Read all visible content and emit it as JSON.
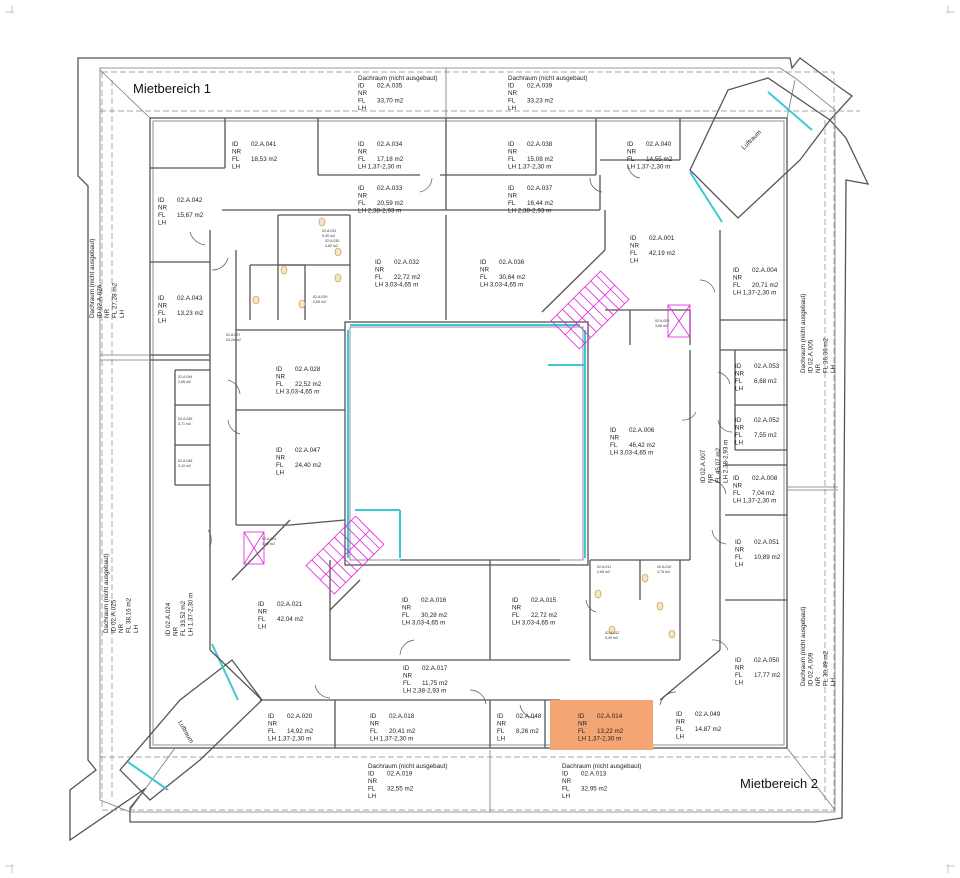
{
  "zones": {
    "left": "Mietbereich 1",
    "right": "Mietbereich 2"
  },
  "highlight_color": "#f4a574",
  "labels": {
    "shaft": "Luftraum"
  },
  "rooms": [
    {
      "name": "dachraum-035",
      "header": "Dachraum  (nicht ausgebaut)",
      "id": "02.A.035",
      "fl": "33,70 m2"
    },
    {
      "name": "dachraum-039",
      "header": "Dachraum  (nicht ausgebaut)",
      "id": "02.A.039",
      "fl": "33,23 m2"
    },
    {
      "name": "room-041",
      "id": "02.A.041",
      "fl": "18,53 m2"
    },
    {
      "name": "room-034",
      "id": "02.A.034",
      "fl": "17,18 m2",
      "lh": "LH  1,37-2,30 m"
    },
    {
      "name": "room-038",
      "id": "02.A.038",
      "fl": "15,08 m2",
      "lh": "LH  1,37-2,30 m"
    },
    {
      "name": "room-040",
      "id": "02.A.040",
      "fl": "14,55 m2",
      "lh": "LH  1,37-2,30 m"
    },
    {
      "name": "room-033",
      "id": "02.A.033",
      "fl": "20,59 m2",
      "lh": "LH  2,38-2,93 m"
    },
    {
      "name": "room-037",
      "id": "02.A.037",
      "fl": "16,44 m2",
      "lh": "LH  2,38-2,93 m"
    },
    {
      "name": "room-042",
      "id": "02.A.042",
      "fl": "15,67 m2"
    },
    {
      "name": "room-001",
      "id": "02.A.001",
      "fl": "42,19 m2"
    },
    {
      "name": "room-032",
      "id": "02.A.032",
      "fl": "22,72 m2",
      "lh": "LH  3,03-4,65 m"
    },
    {
      "name": "room-036",
      "id": "02.A.036",
      "fl": "30,64 m2",
      "lh": "LH  3,03-4,65 m"
    },
    {
      "name": "room-004",
      "id": "02.A.004",
      "fl": "20,71 m2",
      "lh": "LH  1,37-2,30 m"
    },
    {
      "name": "room-043",
      "id": "02.A.043",
      "fl": "13,23 m2"
    },
    {
      "name": "room-028",
      "id": "02.A.028",
      "fl": "22,52 m2",
      "lh": "LH  3,03-4,65 m"
    },
    {
      "name": "room-053",
      "id": "02.A.053",
      "fl": "6,68 m2"
    },
    {
      "name": "room-052",
      "id": "02.A.052",
      "fl": "7,55 m2"
    },
    {
      "name": "room-006",
      "id": "02.A.006",
      "fl": "46,42 m2",
      "lh": "LH  3,03-4,65 m"
    },
    {
      "name": "room-047",
      "id": "02.A.047",
      "fl": "24,40 m2"
    },
    {
      "name": "room-008",
      "id": "02.A.008",
      "fl": "7,04 m2",
      "lh": "LH  1,37-2,30 m"
    },
    {
      "name": "room-051",
      "id": "02.A.051",
      "fl": "10,89 m2"
    },
    {
      "name": "room-021",
      "id": "02.A.021",
      "fl": "42,04 m2"
    },
    {
      "name": "room-016",
      "id": "02.A.016",
      "fl": "30,28 m2",
      "lh": "LH  3,03-4,65 m"
    },
    {
      "name": "room-015",
      "id": "02.A.015",
      "fl": "22,72 m2",
      "lh": "LH  3,03-4,65 m"
    },
    {
      "name": "room-050",
      "id": "02.A.050",
      "fl": "17,77 m2"
    },
    {
      "name": "room-017",
      "id": "02.A.017",
      "fl": "11,75 m2",
      "lh": "LH  2,38-2,93 m"
    },
    {
      "name": "room-020",
      "id": "02.A.020",
      "fl": "14,92 m2",
      "lh": "LH  1,37-2,30 m"
    },
    {
      "name": "room-018",
      "id": "02.A.018",
      "fl": "20,41 m2",
      "lh": "LH  1,37-2,30 m"
    },
    {
      "name": "room-048",
      "id": "02.A.048",
      "fl": "8,26 m2"
    },
    {
      "name": "room-014",
      "id": "02.A.014",
      "fl": "13,22 m2",
      "lh": "LH  1,37-2,30 m"
    },
    {
      "name": "room-049",
      "id": "02.A.049",
      "fl": "14,87 m2"
    },
    {
      "name": "dachraum-019",
      "header": "Dachraum  (nicht ausgebaut)",
      "id": "02.A.019",
      "fl": "32,55 m2"
    },
    {
      "name": "dachraum-013",
      "header": "Dachraum  (nicht ausgebaut)",
      "id": "02.A.013",
      "fl": "32,95 m2"
    }
  ],
  "rotated_rooms": [
    {
      "name": "dachraum-026",
      "header": "Dachraum  (nicht ausgebaut)",
      "id": "02.A.026",
      "fl": "27,28 m2"
    },
    {
      "name": "dachraum-025",
      "header": "Dachraum  (nicht ausgebaut)",
      "id": "02.A.025",
      "fl": "38,16 m2"
    },
    {
      "name": "room-024",
      "id": "02.A.024",
      "fl": "33,52 m2",
      "lh": "LH  1,37-2,30 m"
    },
    {
      "name": "room-005",
      "header": "Dachraum  (nicht ausgebaut)",
      "id": "02.A.005",
      "fl": "36,36 m2"
    },
    {
      "name": "room-007",
      "id": "02.A.007",
      "fl": "45,07 m2",
      "lh": "LH  2,38-2,93 m"
    },
    {
      "name": "dachraum-009",
      "header": "Dachraum  (nicht ausgebaut)",
      "id": "02.A.009",
      "fl": "30,49 m2"
    }
  ],
  "small_rooms": [
    {
      "name": "wc-031",
      "id": "02.A.031",
      "fl": "9,30 m2"
    },
    {
      "name": "wc-030",
      "id": "02.A.030",
      "fl": "4,82 m2"
    },
    {
      "name": "wc-029",
      "id": "02.A.029",
      "fl": "2,65 m2"
    },
    {
      "name": "room-027",
      "id": "02.A.027",
      "fl": "24,24 m2"
    },
    {
      "name": "room-044",
      "id": "02.A.044",
      "fl": "2,85 m2"
    },
    {
      "name": "room-045",
      "id": "02.A.045",
      "fl": "3,71 m2"
    },
    {
      "name": "room-046",
      "id": "02.A.046",
      "fl": "3,10 m2"
    },
    {
      "name": "lift-002",
      "id": "02.A.002",
      "fl": "3,66 m2"
    },
    {
      "name": "lift-023",
      "id": "02.A.023",
      "fl": "3,92 m2"
    },
    {
      "name": "wc-011",
      "id": "02.A.011",
      "fl": "2,65 m2"
    },
    {
      "name": "wc-012",
      "id": "02.A.012",
      "fl": "9,49 m2"
    },
    {
      "name": "wc-010",
      "id": "02.A.010",
      "fl": "4,76 m2"
    }
  ]
}
